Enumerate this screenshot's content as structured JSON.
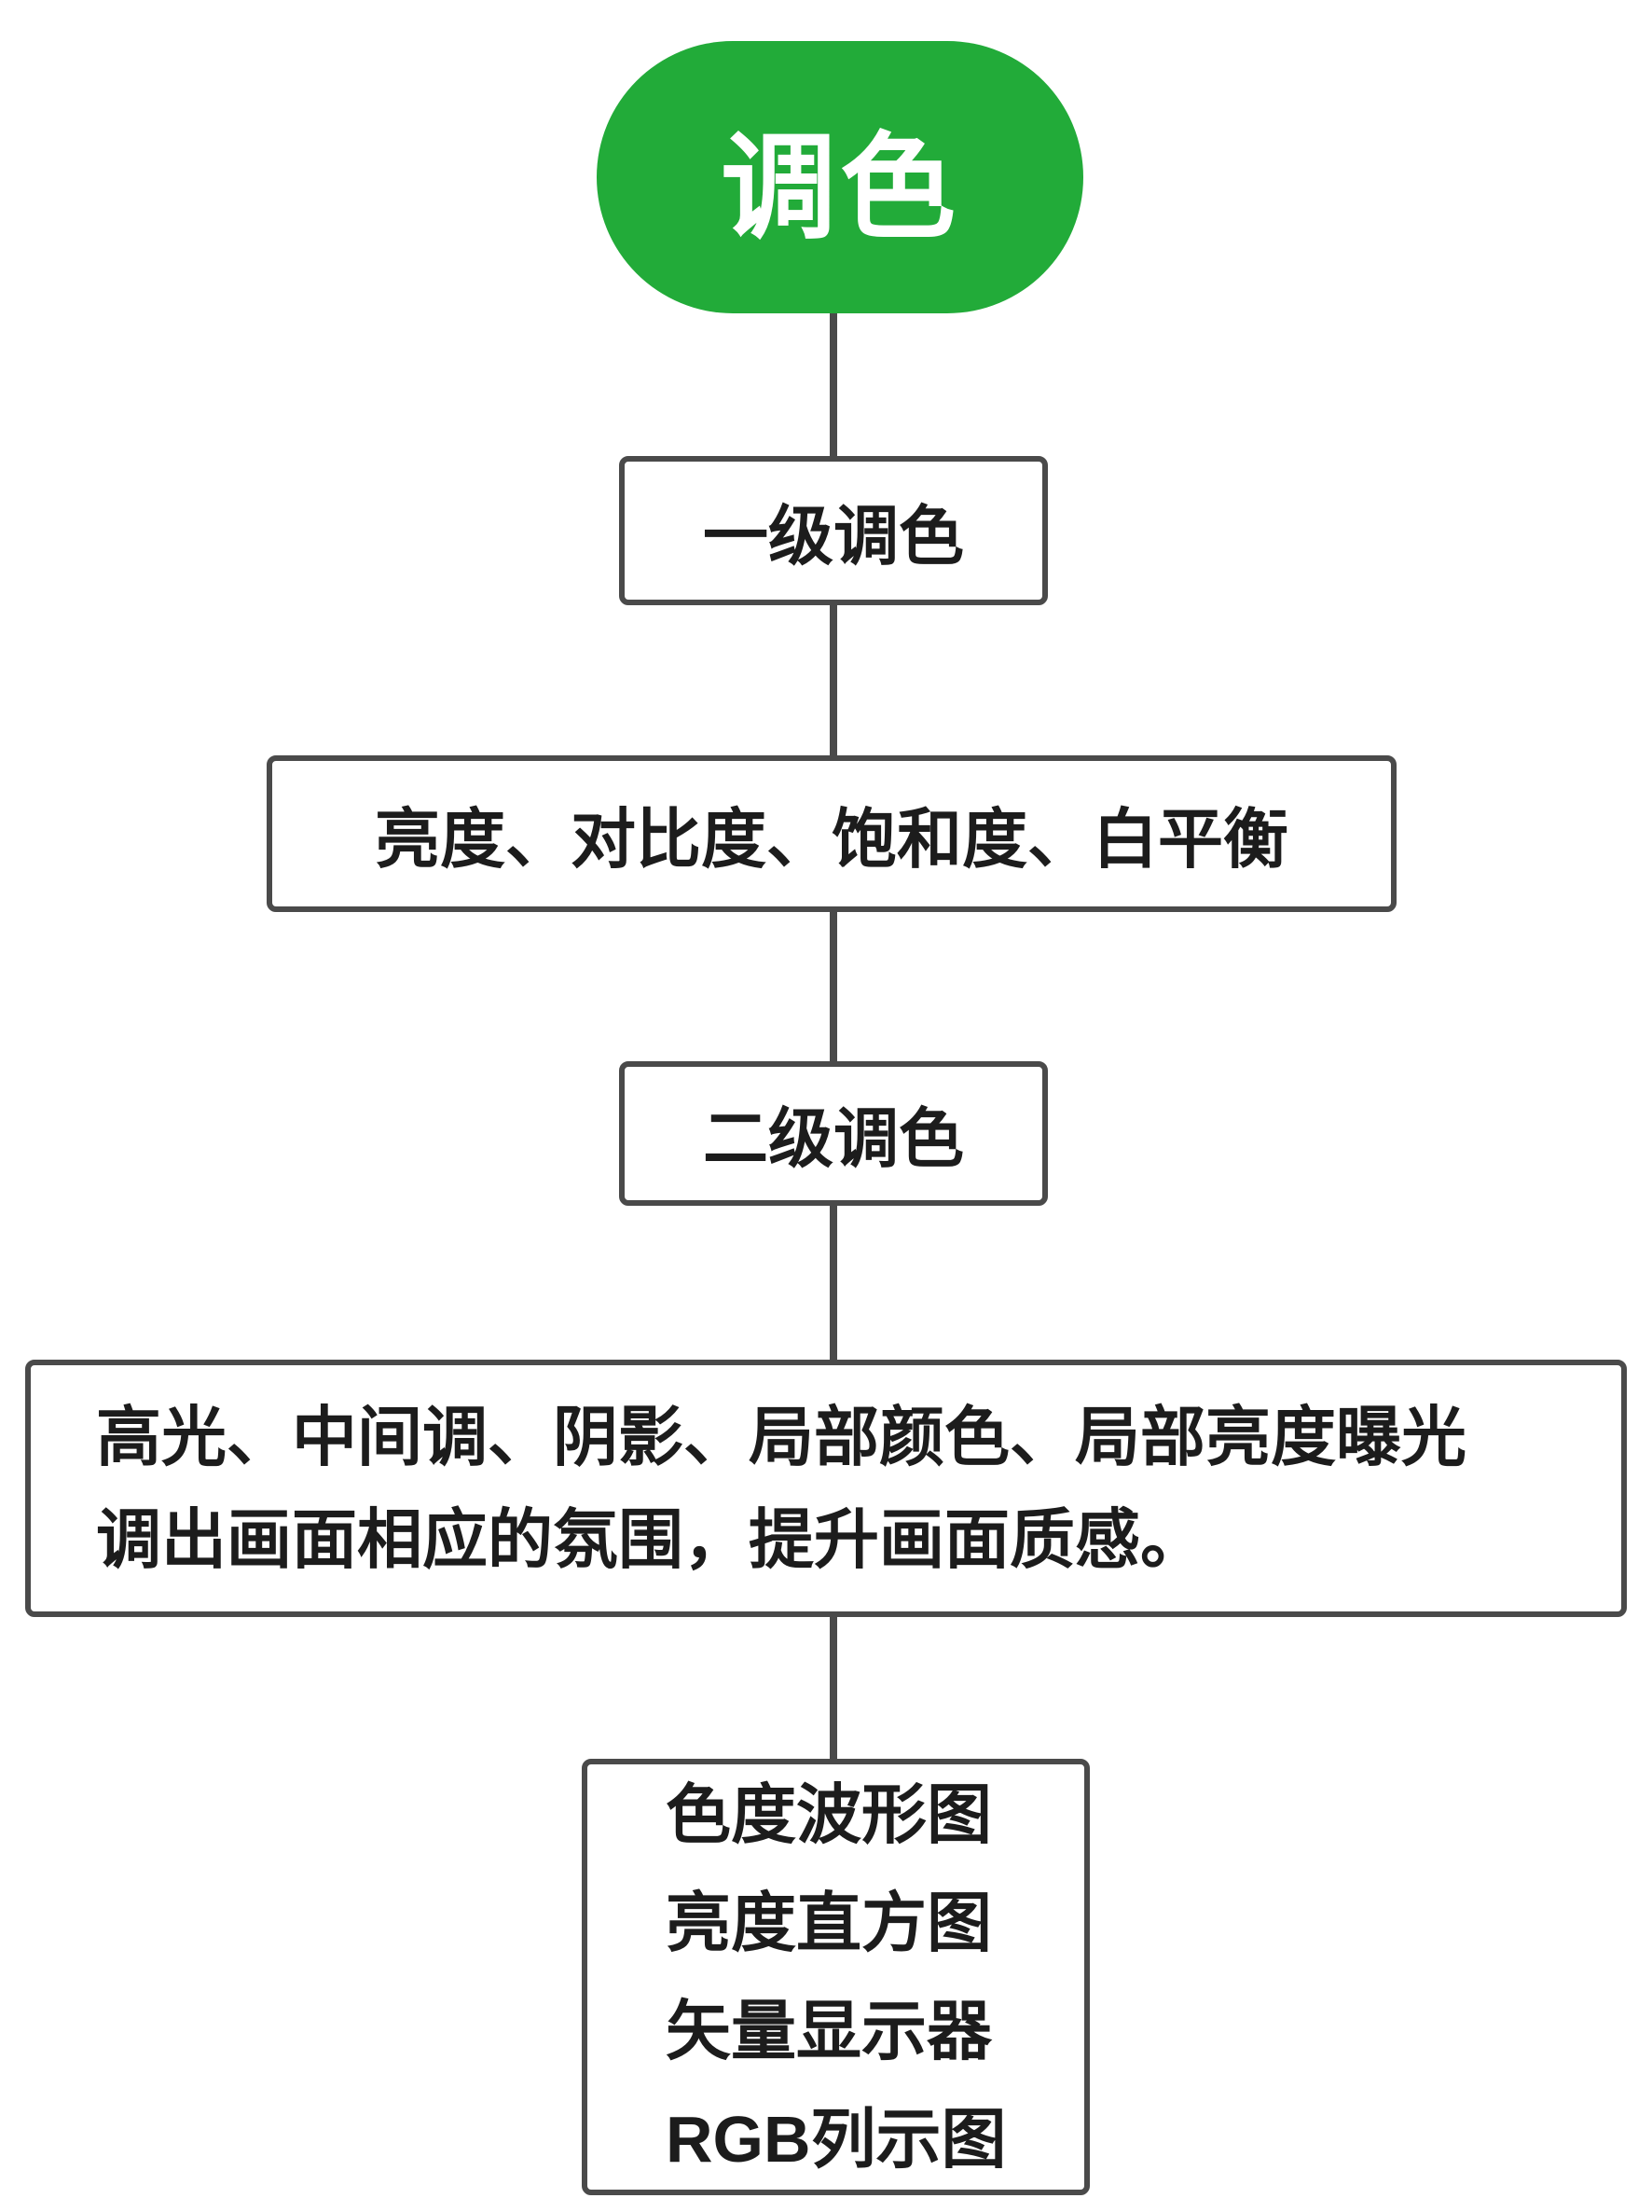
{
  "diagram": {
    "root": {
      "label": "调色"
    },
    "nodes": [
      {
        "label": "一级调色"
      },
      {
        "label": "亮度、对比度、饱和度、白平衡"
      },
      {
        "label": "二级调色"
      },
      {
        "lines": [
          "高光、中间调、阴影、局部颜色、局部亮度曝光",
          "调出画面相应的氛围，提升画面质感。"
        ]
      },
      {
        "lines": [
          "色度波形图",
          "亮度直方图",
          "矢量显示器",
          "RGB列示图"
        ]
      }
    ],
    "colors": {
      "root_fill": "#22ab39",
      "root_text": "#ffffff",
      "node_border": "#4a4a4a",
      "node_text": "#1c1c1c",
      "connector": "#4a4a4a",
      "background": "#ffffff"
    }
  }
}
